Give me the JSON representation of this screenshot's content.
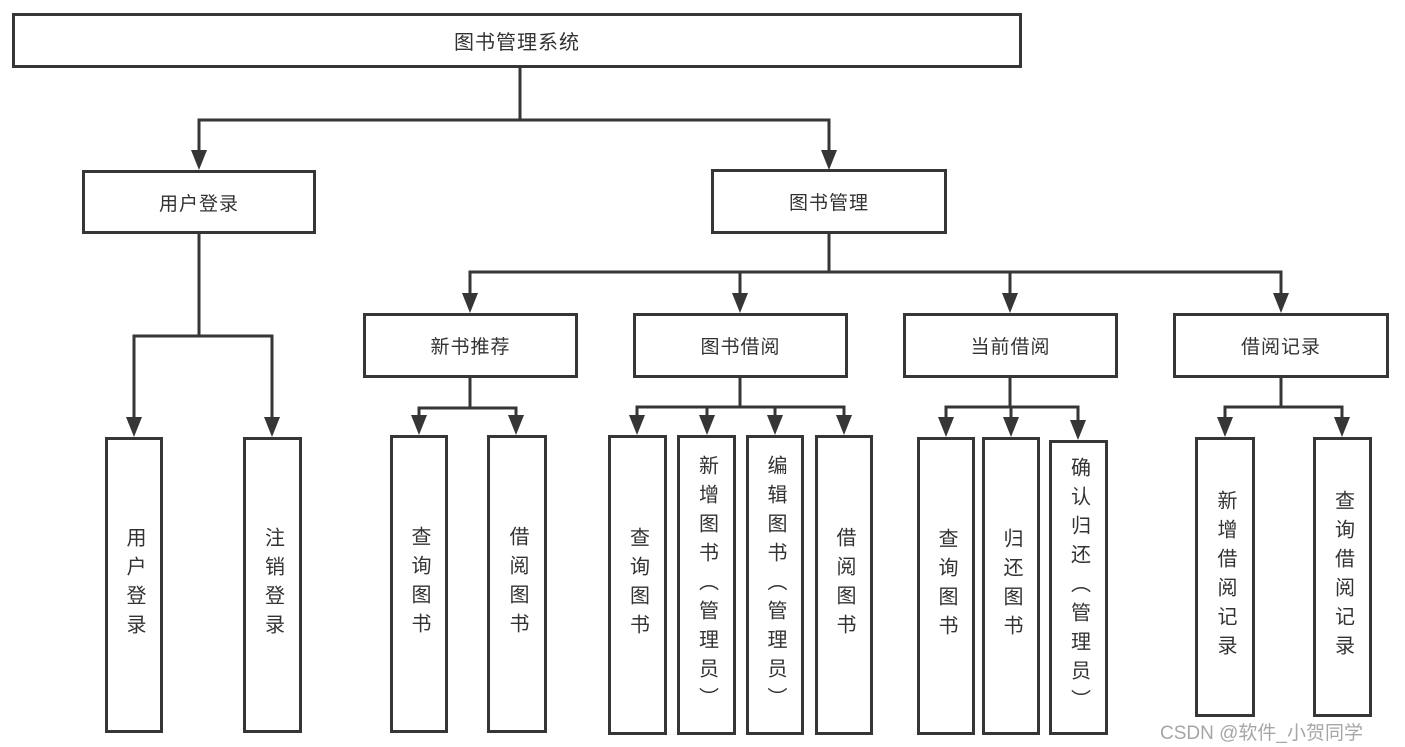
{
  "colors": {
    "line": "#363636",
    "box_border": "#363636",
    "text": "#333333",
    "background": "#ffffff",
    "watermark": "#969696"
  },
  "watermark": "CSDN @软件_小贺同学",
  "tree": {
    "label": "图书管理系统",
    "children": [
      {
        "label": "用户登录",
        "children": [
          {
            "label": "用户登录"
          },
          {
            "label": "注销登录"
          }
        ]
      },
      {
        "label": "图书管理",
        "children": [
          {
            "label": "新书推荐",
            "children": [
              {
                "label": "查询图书"
              },
              {
                "label": "借阅图书"
              }
            ]
          },
          {
            "label": "图书借阅",
            "children": [
              {
                "label": "查询图书"
              },
              {
                "label": "新增图书（管理员）"
              },
              {
                "label": "编辑图书（管理员）"
              },
              {
                "label": "借阅图书"
              }
            ]
          },
          {
            "label": "当前借阅",
            "children": [
              {
                "label": "查询图书"
              },
              {
                "label": "归还图书"
              },
              {
                "label": "确认归还（管理员）"
              }
            ]
          },
          {
            "label": "借阅记录",
            "children": [
              {
                "label": "新增借阅记录"
              },
              {
                "label": "查询借阅记录"
              }
            ]
          }
        ]
      }
    ]
  }
}
